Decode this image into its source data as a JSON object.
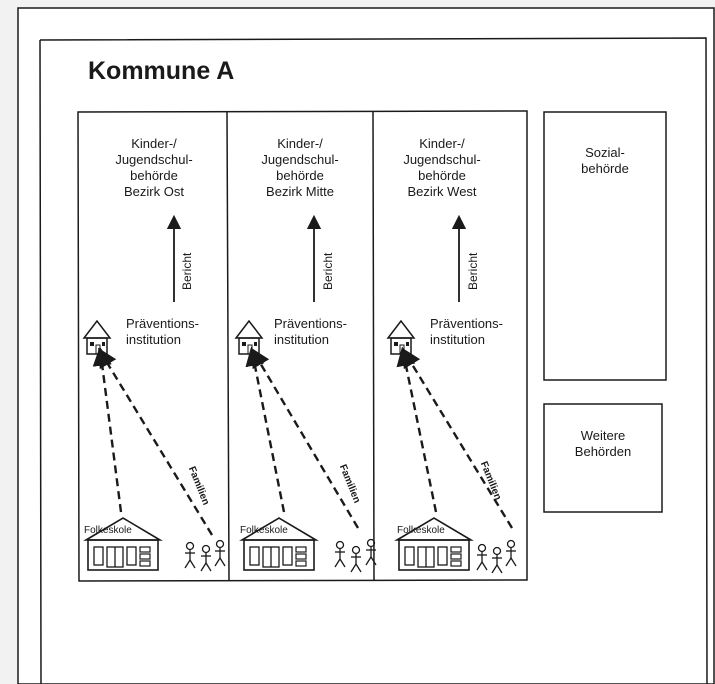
{
  "title": "Kommune A",
  "districts": [
    {
      "authority": [
        "Kinder-/",
        "Jugendschul-",
        "behörde",
        "Bezirk Ost"
      ],
      "report": "Bericht",
      "prevention": [
        "Präventions-",
        "institution"
      ],
      "school": "Folkeskole",
      "families": "Familien"
    },
    {
      "authority": [
        "Kinder-/",
        "Jugendschul-",
        "behörde",
        "Bezirk Mitte"
      ],
      "report": "Bericht",
      "prevention": [
        "Präventions-",
        "institution"
      ],
      "school": "Folkeskole",
      "families": "Familien"
    },
    {
      "authority": [
        "Kinder-/",
        "Jugendschul-",
        "behörde",
        "Bezirk West"
      ],
      "report": "Bericht",
      "prevention": [
        "Präventions-",
        "institution"
      ],
      "school": "Folkeskole",
      "families": "Familien"
    }
  ],
  "social_authority": [
    "Sozial-",
    "behörde"
  ],
  "other_authorities": [
    "Weitere",
    "Behörden"
  ]
}
